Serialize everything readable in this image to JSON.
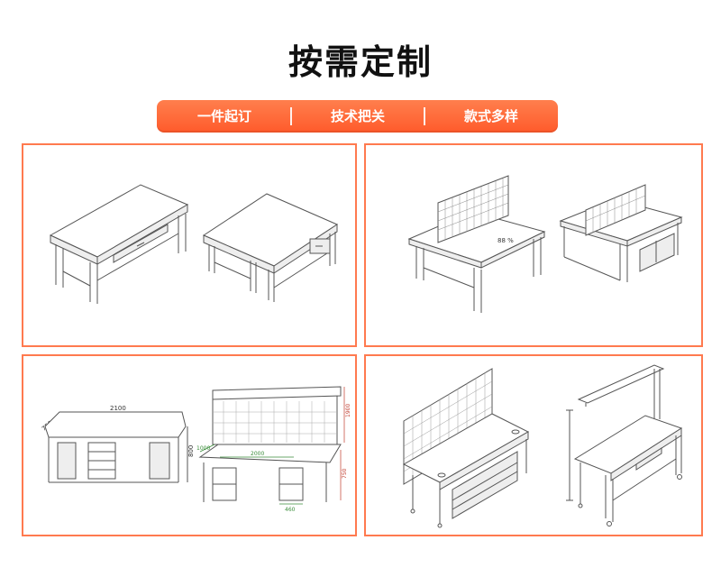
{
  "title": "按需定制",
  "features": [
    "一件起订",
    "技术把关",
    "款式多样"
  ],
  "colors": {
    "accent": "#ff6b3d",
    "panel_border": "#ff7a4f",
    "line_art": "#555555"
  },
  "panels": {
    "panel2": {
      "label": "88 %"
    },
    "panel3": {
      "width_label": "2100",
      "depth_label": "750",
      "height_label": "800",
      "dim_a": "2000",
      "dim_b": "1000",
      "dim_c": "460",
      "dim_d": "750",
      "dim_e": "1900"
    }
  }
}
